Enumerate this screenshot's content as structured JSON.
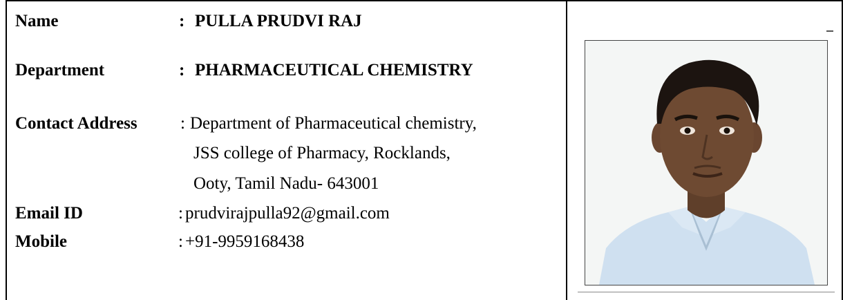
{
  "profile": {
    "name_label": "Name",
    "name_sep": ":",
    "name_value": "PULLA PRUDVI RAJ",
    "department_label": "Department",
    "department_sep": ":",
    "department_value": "PHARMACEUTICAL CHEMISTRY",
    "contact_label": "Contact Address",
    "contact_sep": ":",
    "contact_lines": [
      "Department of Pharmaceutical chemistry,",
      "JSS college of Pharmacy, Rocklands,",
      "Ooty, Tamil Nadu- 643001"
    ],
    "email_label": "Email ID",
    "email_sep": ":",
    "email_value": "prudvirajpulla92@gmail.com",
    "mobile_label": "Mobile",
    "mobile_sep": ":",
    "mobile_value": "+91-9959168438"
  },
  "photo": {
    "icon": "person-photo",
    "background": "#f4f6f5",
    "shirt_color": "#cfe0f0",
    "skin_color": "#6e4a32",
    "hair_color": "#1c1410"
  }
}
